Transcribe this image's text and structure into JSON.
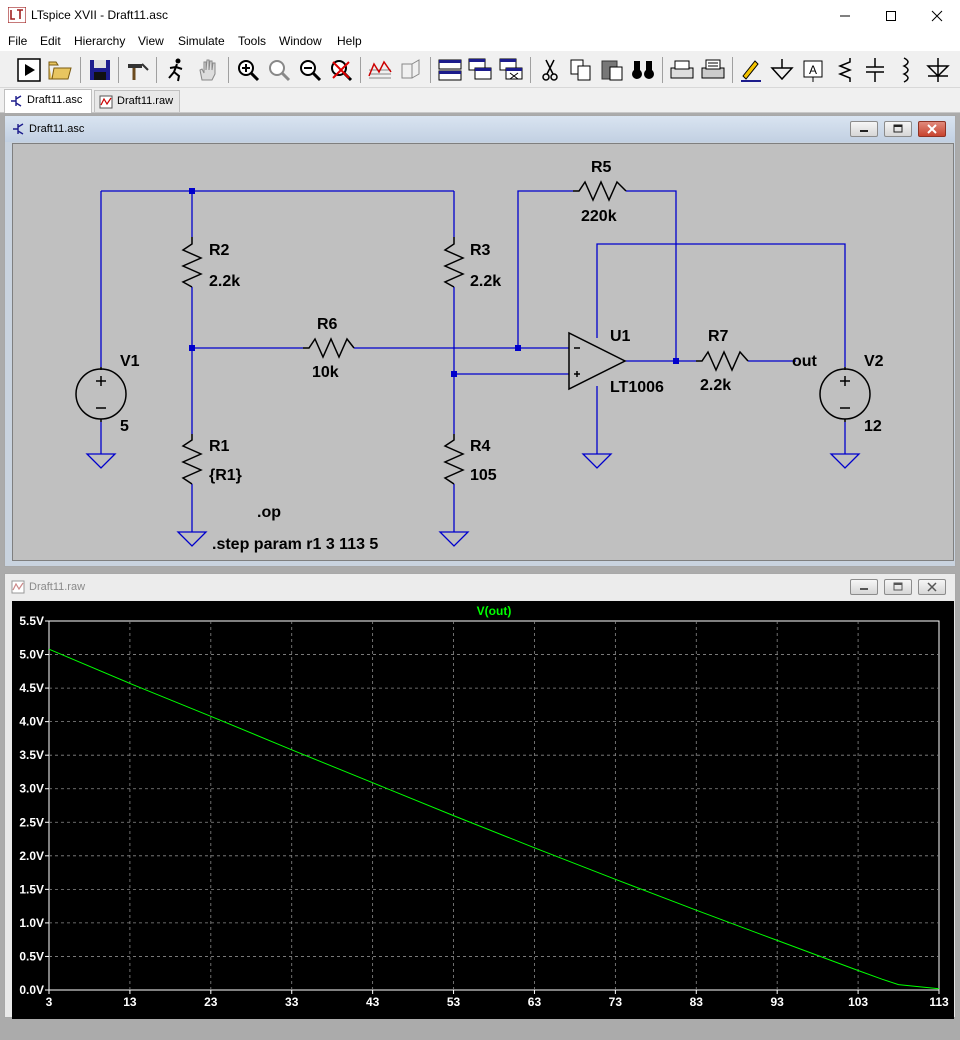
{
  "window": {
    "title": "LTspice XVII - Draft11.asc"
  },
  "menu": [
    "File",
    "Edit",
    "Hierarchy",
    "View",
    "Simulate",
    "Tools",
    "Window",
    "Help"
  ],
  "tabs": [
    {
      "label": "Draft11.asc",
      "active": true
    },
    {
      "label": "Draft11.raw",
      "active": false
    }
  ],
  "schematic": {
    "title": "Draft11.asc",
    "components": {
      "r2": {
        "name": "R2",
        "value": "2.2k"
      },
      "r3": {
        "name": "R3",
        "value": "2.2k"
      },
      "r5": {
        "name": "R5",
        "value": "220k"
      },
      "r6": {
        "name": "R6",
        "value": "10k"
      },
      "r7": {
        "name": "R7",
        "value": "2.2k"
      },
      "r1": {
        "name": "R1",
        "value": "{R1}"
      },
      "r4": {
        "name": "R4",
        "value": "105"
      },
      "v1": {
        "name": "V1",
        "value": "5"
      },
      "v2": {
        "name": "V2",
        "value": "12"
      },
      "u1": {
        "name": "U1",
        "value": "LT1006"
      }
    },
    "net_label_out": "out",
    "directives": {
      "op": ".op",
      "step": ".step param r1 3 113 5"
    },
    "colors": {
      "wire": "#0000cc",
      "text": "#000000",
      "background": "#c0c0c0"
    }
  },
  "plot": {
    "title": "Draft11.raw",
    "colors": {
      "trace": "#00ff00",
      "axis_text": "#ffffff",
      "background": "#000000",
      "grid": "#8a8a8a"
    }
  },
  "chart_data": {
    "type": "line",
    "title": "V(out)",
    "xlim": [
      3,
      113
    ],
    "ylim": [
      0,
      5.5
    ],
    "x_ticks": [
      "3",
      "13",
      "23",
      "33",
      "43",
      "53",
      "63",
      "73",
      "83",
      "93",
      "103",
      "113"
    ],
    "y_ticks": [
      "0.0V",
      "0.5V",
      "1.0V",
      "1.5V",
      "2.0V",
      "2.5V",
      "3.0V",
      "3.5V",
      "4.0V",
      "4.5V",
      "5.0V",
      "5.5V"
    ],
    "grid": true,
    "series": [
      {
        "name": "V(out)",
        "color": "#00ff00",
        "x": [
          3,
          13,
          23,
          33,
          43,
          53,
          63,
          73,
          83,
          93,
          103,
          106,
          108,
          113
        ],
        "y": [
          5.08,
          4.57,
          4.08,
          3.58,
          3.09,
          2.6,
          2.12,
          1.65,
          1.19,
          0.74,
          0.29,
          0.16,
          0.08,
          0.02
        ]
      }
    ]
  }
}
